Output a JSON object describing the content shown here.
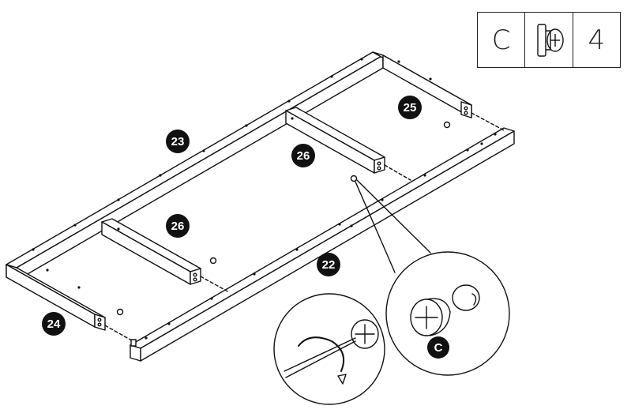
{
  "parts_box": {
    "letter": "C",
    "icon": "cam-lock-icon",
    "quantity": "4"
  },
  "labels": {
    "p22": "22",
    "p23": "23",
    "p24": "24",
    "p25": "25",
    "p26a": "26",
    "p26b": "26",
    "c": "C"
  }
}
